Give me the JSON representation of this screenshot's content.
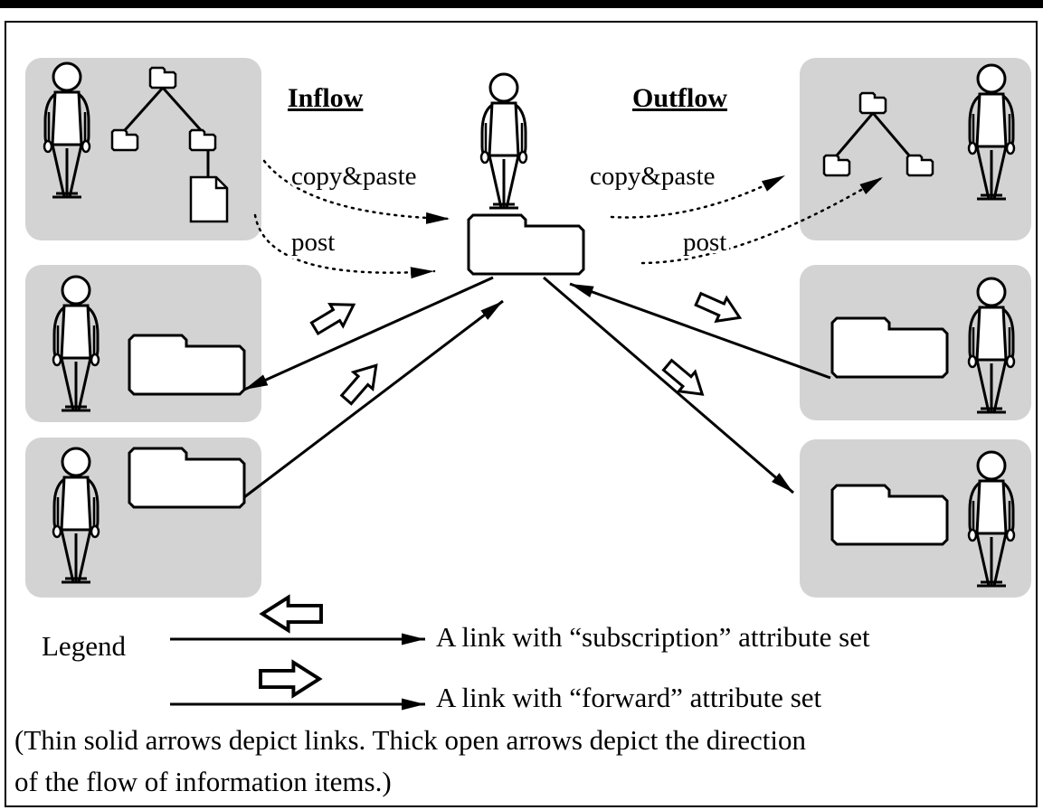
{
  "headings": {
    "inflow": "Inflow",
    "outflow": "Outflow"
  },
  "flow_labels": {
    "inflow_copy_paste": "copy&paste",
    "inflow_post": "post",
    "outflow_copy_paste": "copy&paste",
    "outflow_post": "post"
  },
  "legend": {
    "title": "Legend",
    "subscription_text": "A link with “subscription” attribute set",
    "forward_text": "A link with “forward” attribute set"
  },
  "caption": {
    "line1": "(Thin solid arrows depict links. Thick open arrows depict the direction",
    "line2": "of the flow of information items.)"
  },
  "colors": {
    "panel_fill": "#d3d3d3",
    "stroke": "#000000",
    "background": "#ffffff"
  },
  "icons": [
    "person-icon",
    "folder-icon",
    "folder-tree-icon",
    "document-icon",
    "open-arrow-icon"
  ]
}
